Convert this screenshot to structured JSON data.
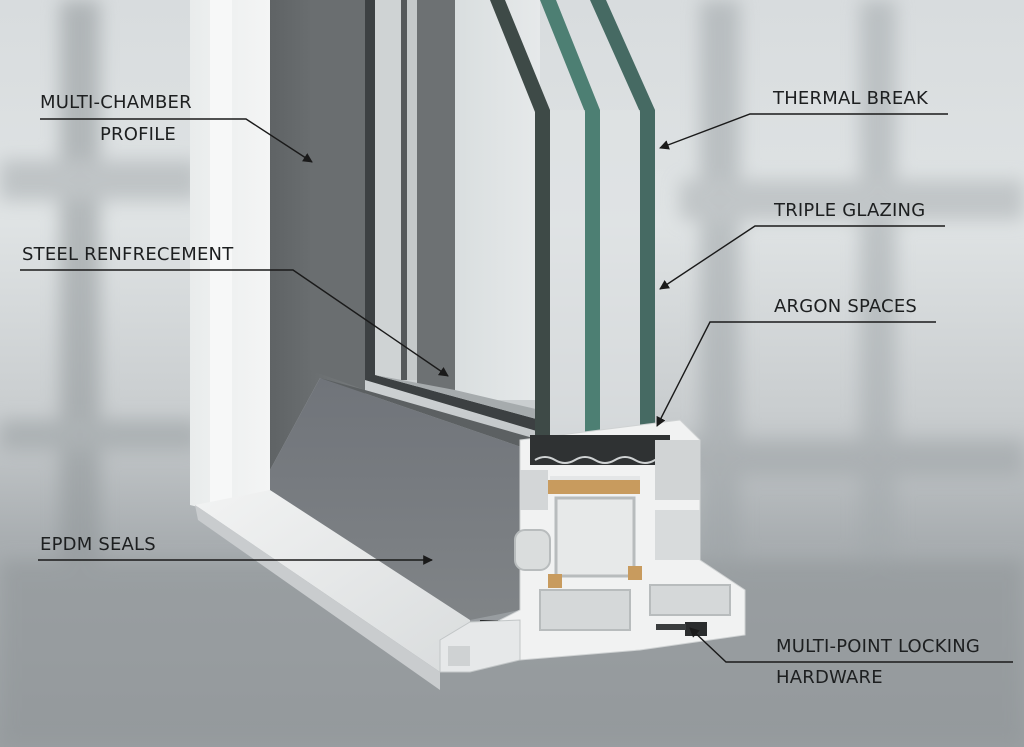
{
  "diagram": {
    "subject": "PVC window frame cross-section with triple glazing",
    "colors": {
      "background_light": "#dfe3e4",
      "background_dark": "#9ba0a3",
      "frame_white": "#eef0f0",
      "frame_grey": "#6b6f71",
      "glass_edge": "#3f5a55",
      "glass_tint": "#5f8f84",
      "thermal_spacer": "#c89b5e",
      "seal_black": "#2a2c2d",
      "callout_line": "#1a1a1a",
      "label_text": "#1d1f20"
    },
    "callouts": [
      {
        "id": "multi-chamber-profile",
        "line1": "MULTI-CHAMBER",
        "line2": "PROFILE",
        "side": "left"
      },
      {
        "id": "steel-reinforcement",
        "line1": "STEEL RENFRECEMENT",
        "side": "left"
      },
      {
        "id": "epdm-seals",
        "line1": "EPDM SEALS",
        "side": "left"
      },
      {
        "id": "thermal-break",
        "line1": "THERMAL BREAK",
        "side": "right"
      },
      {
        "id": "triple-glazing",
        "line1": "TRIPLE GLAZING",
        "side": "right"
      },
      {
        "id": "argon-spaces",
        "line1": "ARGON SPACES",
        "side": "right"
      },
      {
        "id": "multi-point-locking",
        "line1": "MULTI-POINT LOCKING",
        "line2": "HARDWARE",
        "side": "right"
      }
    ]
  }
}
